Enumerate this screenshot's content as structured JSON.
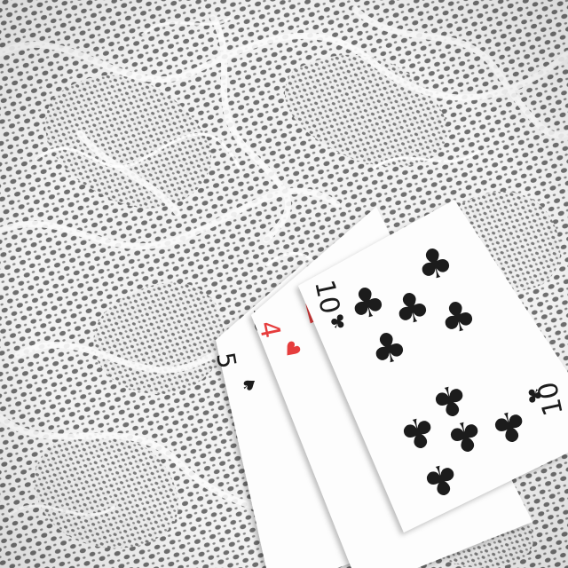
{
  "scene": {
    "background": "white lace tablecloth",
    "lace_colors": {
      "thread": "#f4f4f4",
      "gaps": "#6e6e6e"
    }
  },
  "colors": {
    "card_face": "#fdfdfd",
    "black_suit": "#1c1c1c",
    "red_suit": "#e63c3c"
  },
  "cards": [
    {
      "rank": "5",
      "suit": "spades",
      "suit_icon": "spade-icon",
      "suit_glyph": "♠",
      "color": "#1c1c1c"
    },
    {
      "rank": "4",
      "suit": "hearts",
      "suit_icon": "heart-icon",
      "suit_glyph": "♥",
      "color": "#e63c3c"
    },
    {
      "rank": "10",
      "suit": "clubs",
      "suit_icon": "club-icon",
      "suit_glyph": "♣",
      "color": "#1c1c1c"
    }
  ]
}
